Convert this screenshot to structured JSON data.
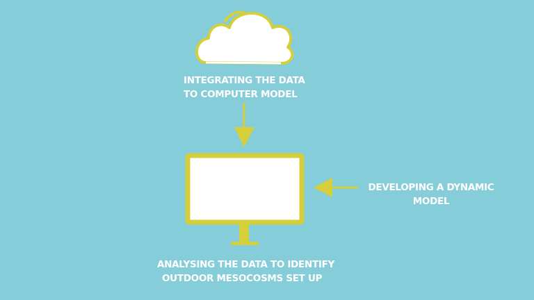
{
  "diagram": {
    "colors": {
      "background": "#84cdd9",
      "accent": "#d6cf3c",
      "fill": "#ffffff",
      "text": "#ffffff"
    },
    "nodes": {
      "cloud": {
        "icon": "cloud-icon"
      },
      "monitor": {
        "icon": "monitor-icon"
      }
    },
    "labels": {
      "integrate": {
        "line1": "INTEGRATING THE DATA",
        "line2": "TO COMPUTER MODEL"
      },
      "dynamic": {
        "line1": "DEVELOPING A DYNAMIC",
        "line2": "MODEL"
      },
      "analyse": {
        "line1": "ANALYSING THE DATA TO IDENTIFY",
        "line2": "OUTDOOR MESOCOSMS SET UP"
      }
    },
    "arrows": [
      {
        "from": "integrate",
        "to": "monitor",
        "direction": "down"
      },
      {
        "from": "dynamic",
        "to": "monitor",
        "direction": "left"
      }
    ]
  }
}
